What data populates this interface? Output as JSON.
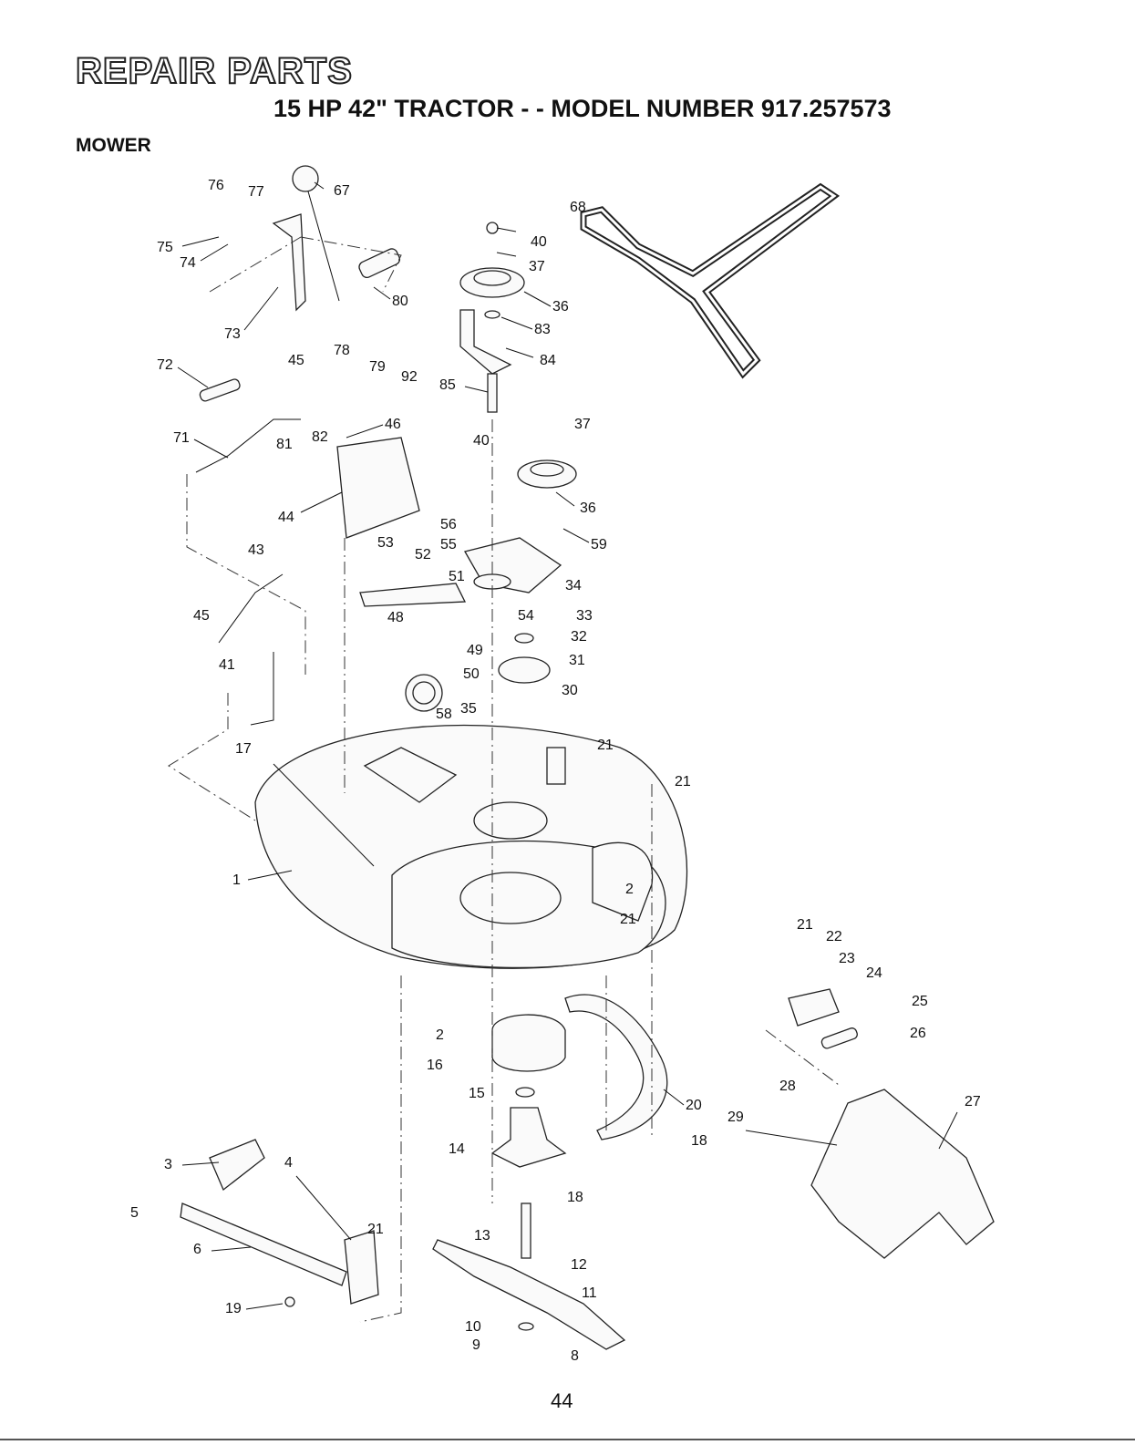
{
  "header": {
    "title": "REPAIR PARTS",
    "subtitle": "15 HP 42\" TRACTOR - - MODEL NUMBER 917.257573",
    "section": "MOWER"
  },
  "page_number": "44",
  "callouts": [
    "76",
    "77",
    "67",
    "75",
    "74",
    "73",
    "78",
    "80",
    "79",
    "92",
    "72",
    "45",
    "81",
    "82",
    "46",
    "71",
    "44",
    "43",
    "45",
    "41",
    "53",
    "52",
    "48",
    "49",
    "50",
    "58",
    "68",
    "40",
    "37",
    "36",
    "83",
    "84",
    "85",
    "40",
    "37",
    "36",
    "56",
    "55",
    "51",
    "59",
    "34",
    "54",
    "33",
    "32",
    "31",
    "30",
    "35",
    "21",
    "21",
    "17",
    "1",
    "2",
    "21",
    "2",
    "16",
    "15",
    "14",
    "13",
    "12",
    "11",
    "10",
    "9",
    "8",
    "20",
    "18",
    "18",
    "3",
    "4",
    "5",
    "6",
    "21",
    "19",
    "21",
    "22",
    "23",
    "24",
    "25",
    "26",
    "28",
    "29",
    "27"
  ]
}
